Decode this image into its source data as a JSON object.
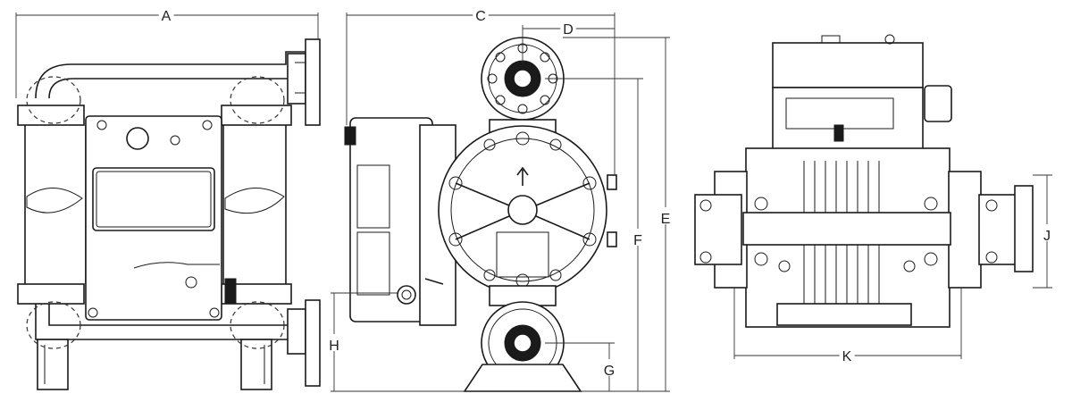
{
  "dimensions": {
    "A": "A",
    "C": "C",
    "D": "D",
    "E": "E",
    "F": "F",
    "G": "G",
    "H": "H",
    "J": "J",
    "K": "K"
  }
}
